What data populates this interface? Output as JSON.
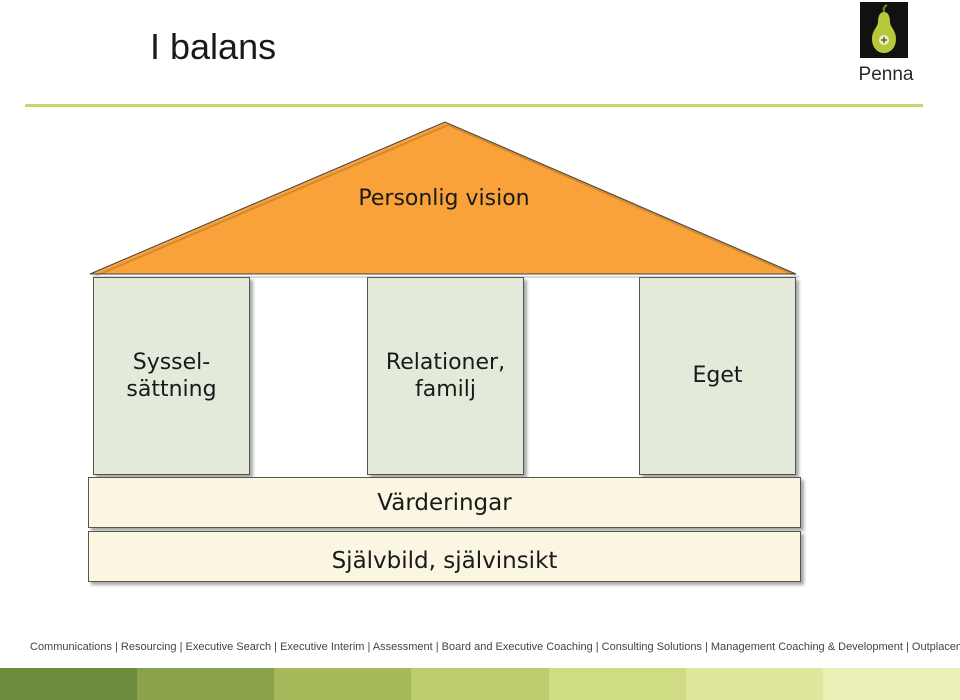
{
  "header": {
    "title": "I balans",
    "logo_text": "Penna"
  },
  "diagram": {
    "roof_label": "Personlig vision",
    "pillars": [
      {
        "label_line1": "Syssel-",
        "label_line2": "sättning"
      },
      {
        "label_line1": "Relationer,",
        "label_line2": "familj"
      },
      {
        "label_line1": "Eget",
        "label_line2": ""
      }
    ],
    "foundation": [
      {
        "label": "Värderingar"
      },
      {
        "label": "Självbild, självinsikt"
      }
    ]
  },
  "footer": {
    "services": "Communications | Resourcing | Executive Search | Executive Interim | Assessment | Board and Executive Coaching | Consulting Solutions | Management Coaching & Development | Outplacement"
  },
  "colors": {
    "roof": "#f9a23a",
    "pillar": "#e3ead9",
    "foundation": "#fbf6e2",
    "accent_rule": "#c7d66b",
    "stripes": [
      "#6e8b3d",
      "#8aa24a",
      "#a6ba5b",
      "#bccd6f",
      "#cfdc84",
      "#dfe79c",
      "#ecf0b6"
    ]
  }
}
